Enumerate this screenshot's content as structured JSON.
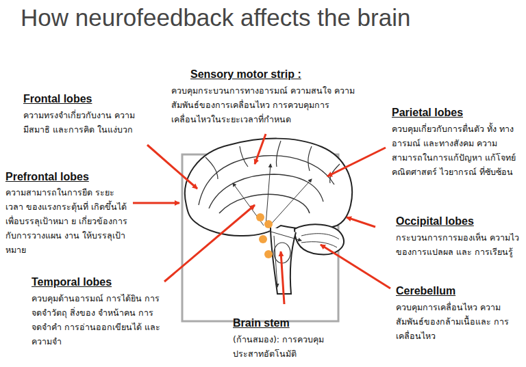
{
  "diagram": {
    "title": "How neurofeedback affects the brain",
    "labels": [
      "Sensory motor strip :",
      "ควบคุมกระบวนการทางอารมณ์ ความสนใจ ความสัมพันธ์ของการเคลื่อนไหว การควบคุมการ เคลื่อนไหวในระยะเวลาที่กำหนด",
      "Frontal lobes",
      "ความทรงจำเกี่ยวกับงาน ความมีสมาธิ และการคิด ในแง่บวก",
      "Parietal lobes",
      "ควบคุมเกี่ยวกับการตื่นตัว ทั้ง ทางอารมณ์ และทางสังคม ความสามารถในการแก้ปัญหา แก้โจทย์คณิตศาสตร์ ไวยากรณ์ ที่ซับซ้อน",
      "Prefrontal lobes",
      "ความสามารถในการยืด ระยะเวลา ของแรงกระตุ้นที่ เกิดขึ้นได้เพื่อบรรลุเป้าหมา ย เกี่ยวข้องการกับการวางแผน งาน ให้บรรลุเป้าหมาย",
      "Occipital lobes",
      "กระบวนการการมองเห็น ความไวของการแปลผล และ การเรียนรู้",
      "Temporal lobes",
      "ควบคุมด้านอารมณ์ การได้ยิน การจดจำวัตถุ สิ่งของ จำหน้าคน การจดจำคำ การอ่านออกเขียนได้ และความจำ",
      "Cerebellum",
      "ควบคุมการเคลื่อนไหว ความสัมพันธ์ของกล้ามเนื้อและ การเคลื่อนไหว",
      "Brain stem",
      "(ก้านสมอง): การควบคุม ประสาทอัตโนมัติ"
    ]
  }
}
